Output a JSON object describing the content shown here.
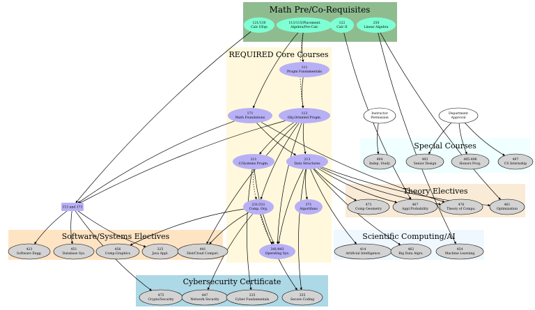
{
  "clusters": [
    {
      "id": "math",
      "label": "Math Pre/Co-Requisites",
      "fill": "#8fbc8f"
    },
    {
      "id": "core",
      "label": "REQUIRED Core Courses",
      "fill": "#fff8dc"
    },
    {
      "id": "special",
      "label": "Special Courses",
      "fill": "#f0ffff"
    },
    {
      "id": "theory",
      "label": "Theory Electives",
      "fill": "#faebd7"
    },
    {
      "id": "software",
      "label": "Software/Systems Electives",
      "fill": "#ffe4c4"
    },
    {
      "id": "sci",
      "label": "Scientific Computing/AI",
      "fill": "#f0f8ff"
    },
    {
      "id": "cyber",
      "label": "Cybersecurity Certificate",
      "fill": "#add8e6"
    }
  ],
  "nodes": [
    {
      "id": "m121",
      "l1": "121/130",
      "l2": "Calc I/Eqs",
      "fill": "#7fffd4"
    },
    {
      "id": "m113",
      "l1": "113/115/Placement",
      "l2": "Algebra/Pre-Calc",
      "fill": "#7fffd4"
    },
    {
      "id": "m122",
      "l1": "122",
      "l2": "Calc II",
      "fill": "#7fffd4"
    },
    {
      "id": "m250",
      "l1": "250",
      "l2": "Linear Algebra",
      "fill": "#7fffd4"
    },
    {
      "id": "c111",
      "l1": "111",
      "l2": "Progm Fundamentals",
      "fill": "#b8b0f5"
    },
    {
      "id": "c171",
      "l1": "171",
      "l2": "Math Foundations",
      "fill": "#b8b0f5"
    },
    {
      "id": "c113",
      "l1": "113",
      "l2": "Obj.Oriented Progm.",
      "fill": "#b8b0f5"
    },
    {
      "id": "c211",
      "l1": "211",
      "l2": "C/Systems Progm.",
      "fill": "#b8b0f5"
    },
    {
      "id": "c213",
      "l1": "213",
      "l2": "Data Structures",
      "fill": "#b8b0f5"
    },
    {
      "id": "c231",
      "l1": "231/331",
      "l2": "Comp. Org.",
      "fill": "#b8b0f5"
    },
    {
      "id": "c371",
      "l1": "371",
      "l2": "Algorithms",
      "fill": "#b8b0f5"
    },
    {
      "id": "c341",
      "l1": "341/443",
      "l2": "Operating Sys.",
      "fill": "#b8b0f5"
    },
    {
      "id": "j113171",
      "l1": "113 and 171",
      "l2": "",
      "fill": "#b8b0f5",
      "shape": "box"
    },
    {
      "id": "instr",
      "l1": "Instructor",
      "l2": "Permission",
      "fill": "#ffffff"
    },
    {
      "id": "dept",
      "l1": "Department",
      "l2": "Approval",
      "fill": "#ffffff"
    },
    {
      "id": "s494",
      "l1": "494",
      "l2": "Indep. Study",
      "fill": "#d3d3d3"
    },
    {
      "id": "s493",
      "l1": "493",
      "l2": "Senior Design",
      "fill": "#d3d3d3"
    },
    {
      "id": "s495",
      "l1": "495-496",
      "l2": "Honors Prog.",
      "fill": "#d3d3d3"
    },
    {
      "id": "s497",
      "l1": "497",
      "l2": "CS Internship",
      "fill": "#d3d3d3"
    },
    {
      "id": "t473",
      "l1": "473",
      "l2": "Comp Geometry",
      "fill": "#d3d3d3"
    },
    {
      "id": "t467",
      "l1": "467",
      "l2": "Appl.Probability",
      "fill": "#d3d3d3"
    },
    {
      "id": "t476",
      "l1": "476",
      "l2": "Theory of Compu.",
      "fill": "#d3d3d3"
    },
    {
      "id": "t461",
      "l1": "461",
      "l2": "Optimization",
      "fill": "#d3d3d3"
    },
    {
      "id": "w423",
      "l1": "423",
      "l2": "Software Engg.",
      "fill": "#d3d3d3"
    },
    {
      "id": "w451",
      "l1": "451",
      "l2": "Database Sys.",
      "fill": "#d3d3d3"
    },
    {
      "id": "w456",
      "l1": "456",
      "l2": "Comp.Graphics",
      "fill": "#d3d3d3"
    },
    {
      "id": "w325",
      "l1": "325",
      "l2": "Java Appl.",
      "fill": "#d3d3d3"
    },
    {
      "id": "w441",
      "l1": "441",
      "l2": "Dist/Cloud Comput.",
      "fill": "#d3d3d3"
    },
    {
      "id": "a414",
      "l1": "414",
      "l2": "Artificial Intelligence",
      "fill": "#d3d3d3"
    },
    {
      "id": "a462",
      "l1": "462",
      "l2": "Big Data Algrs.",
      "fill": "#d3d3d3"
    },
    {
      "id": "a454",
      "l1": "454",
      "l2": "Machine Learning",
      "fill": "#d3d3d3"
    },
    {
      "id": "y475",
      "l1": "475",
      "l2": "Crypto/Security",
      "fill": "#d3d3d3"
    },
    {
      "id": "y447",
      "l1": "447",
      "l2": "Network Security",
      "fill": "#d3d3d3"
    },
    {
      "id": "y335",
      "l1": "335",
      "l2": "Cyber Fundamentals",
      "fill": "#d3d3d3"
    },
    {
      "id": "y355",
      "l1": "355",
      "l2": "Secure Coding",
      "fill": "#d3d3d3"
    }
  ],
  "edges": [
    {
      "from": "m113",
      "to": "c111"
    },
    {
      "from": "m113",
      "to": "c171"
    },
    {
      "from": "m113",
      "to": "c113",
      "style": "dotted"
    },
    {
      "from": "m121",
      "to": "j113171"
    },
    {
      "from": "m122",
      "to": "t467"
    },
    {
      "from": "m250",
      "to": "t461"
    },
    {
      "from": "m250",
      "to": "a454"
    },
    {
      "from": "c111",
      "to": "c113"
    },
    {
      "from": "c171",
      "to": "c213"
    },
    {
      "from": "c171",
      "to": "j113171"
    },
    {
      "from": "c171",
      "to": "t476"
    },
    {
      "from": "c113",
      "to": "c211"
    },
    {
      "from": "c113",
      "to": "c213"
    },
    {
      "from": "c113",
      "to": "c231"
    },
    {
      "from": "c113",
      "to": "c341"
    },
    {
      "from": "c113",
      "to": "w441"
    },
    {
      "from": "c113",
      "to": "j113171"
    },
    {
      "from": "c211",
      "to": "c231",
      "style": "dotted"
    },
    {
      "from": "c211",
      "to": "c341"
    },
    {
      "from": "c211",
      "to": "y335"
    },
    {
      "from": "c213",
      "to": "c371"
    },
    {
      "from": "c213",
      "to": "c341"
    },
    {
      "from": "c213",
      "to": "t473"
    },
    {
      "from": "c213",
      "to": "t467"
    },
    {
      "from": "c213",
      "to": "t476"
    },
    {
      "from": "c213",
      "to": "t461"
    },
    {
      "from": "c213",
      "to": "a414"
    },
    {
      "from": "c213",
      "to": "a462"
    },
    {
      "from": "c213",
      "to": "y355"
    },
    {
      "from": "c231",
      "to": "c341",
      "style": "dotted"
    },
    {
      "from": "c231",
      "to": "w456"
    },
    {
      "from": "c231",
      "to": "w441"
    },
    {
      "from": "c231",
      "to": "y447"
    },
    {
      "from": "c231",
      "to": "y355"
    },
    {
      "from": "j113171",
      "to": "w423"
    },
    {
      "from": "j113171",
      "to": "w451"
    },
    {
      "from": "j113171",
      "to": "w325"
    },
    {
      "from": "j113171",
      "to": "y475"
    },
    {
      "from": "instr",
      "to": "s494"
    },
    {
      "from": "dept",
      "to": "s493"
    },
    {
      "from": "dept",
      "to": "s495"
    },
    {
      "from": "dept",
      "to": "s497"
    }
  ]
}
